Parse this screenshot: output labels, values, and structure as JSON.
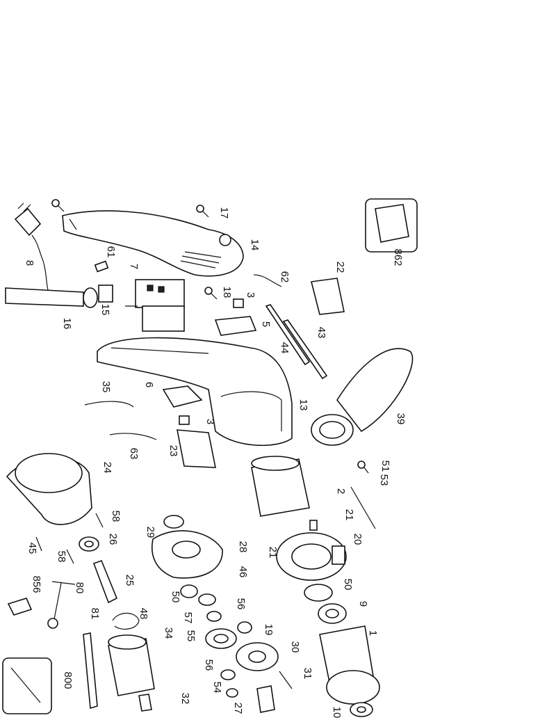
{
  "diagram": {
    "part_labels": [
      "8",
      "17",
      "14",
      "61",
      "7",
      "62",
      "22",
      "18",
      "3",
      "5",
      "43",
      "44",
      "16",
      "15",
      "6",
      "35",
      "13",
      "39",
      "3",
      "23",
      "63",
      "51",
      "53",
      "2",
      "24",
      "58",
      "29",
      "28",
      "21",
      "20",
      "26",
      "45",
      "58",
      "21",
      "46",
      "856",
      "80",
      "50",
      "19",
      "25",
      "56",
      "9",
      "48",
      "57",
      "50",
      "81",
      "34",
      "55",
      "30",
      "1",
      "56",
      "800",
      "31",
      "54",
      "32",
      "27",
      "10",
      "862"
    ],
    "colors": {
      "line": "#111111",
      "background": "#ffffff"
    }
  }
}
